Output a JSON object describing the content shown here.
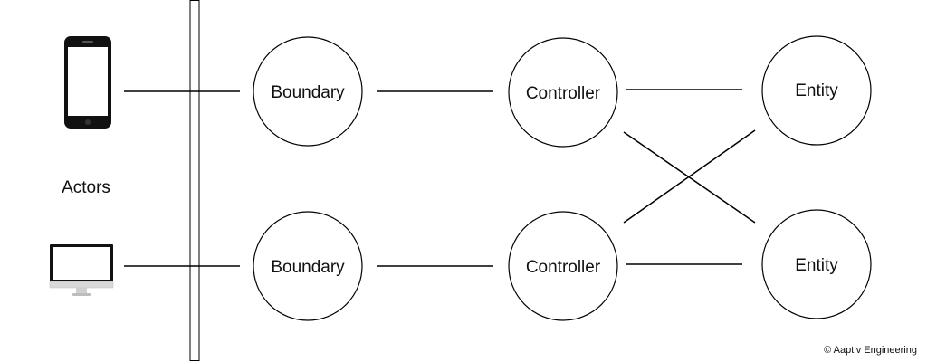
{
  "diagram": {
    "actors_label": "Actors",
    "credit": "© Aaptiv Engineering",
    "nodes": {
      "boundary_top": "Boundary",
      "boundary_bottom": "Boundary",
      "controller_top": "Controller",
      "controller_bottom": "Controller",
      "entity_top": "Entity",
      "entity_bottom": "Entity"
    },
    "actor_icons": [
      "smartphone-icon",
      "desktop-monitor-icon"
    ]
  },
  "colors": {
    "stroke": "#000000",
    "text": "#111111",
    "background": "#ffffff"
  }
}
